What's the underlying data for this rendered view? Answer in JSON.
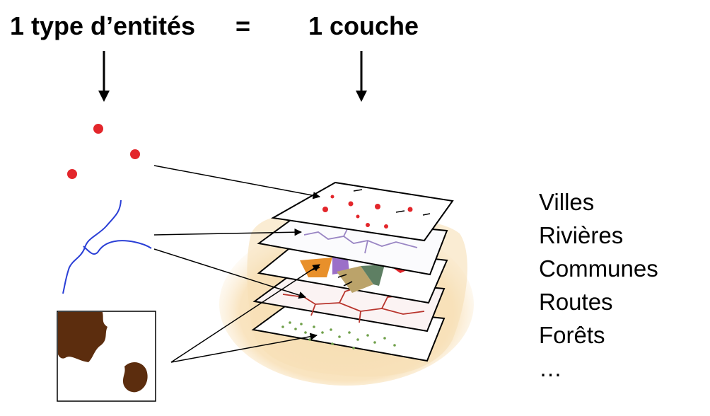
{
  "header": {
    "left": "1 type d’entités",
    "equals": "=",
    "right": "1 couche"
  },
  "layers": [
    {
      "label": "Villes",
      "color": "#e3262b"
    },
    {
      "label": "Rivières",
      "color": "#9a86c4"
    },
    {
      "label": "Communes",
      "color": "#e8902b"
    },
    {
      "label": "Routes",
      "color": "#b8342c"
    },
    {
      "label": "Forêts",
      "color": "#6fa04a"
    }
  ],
  "ellipsis": "…",
  "colors": {
    "points": "#e3262b",
    "river": "#2a3fd6",
    "polygons": "#5c2d0e",
    "paper_shadow": "#f3d6a8"
  }
}
